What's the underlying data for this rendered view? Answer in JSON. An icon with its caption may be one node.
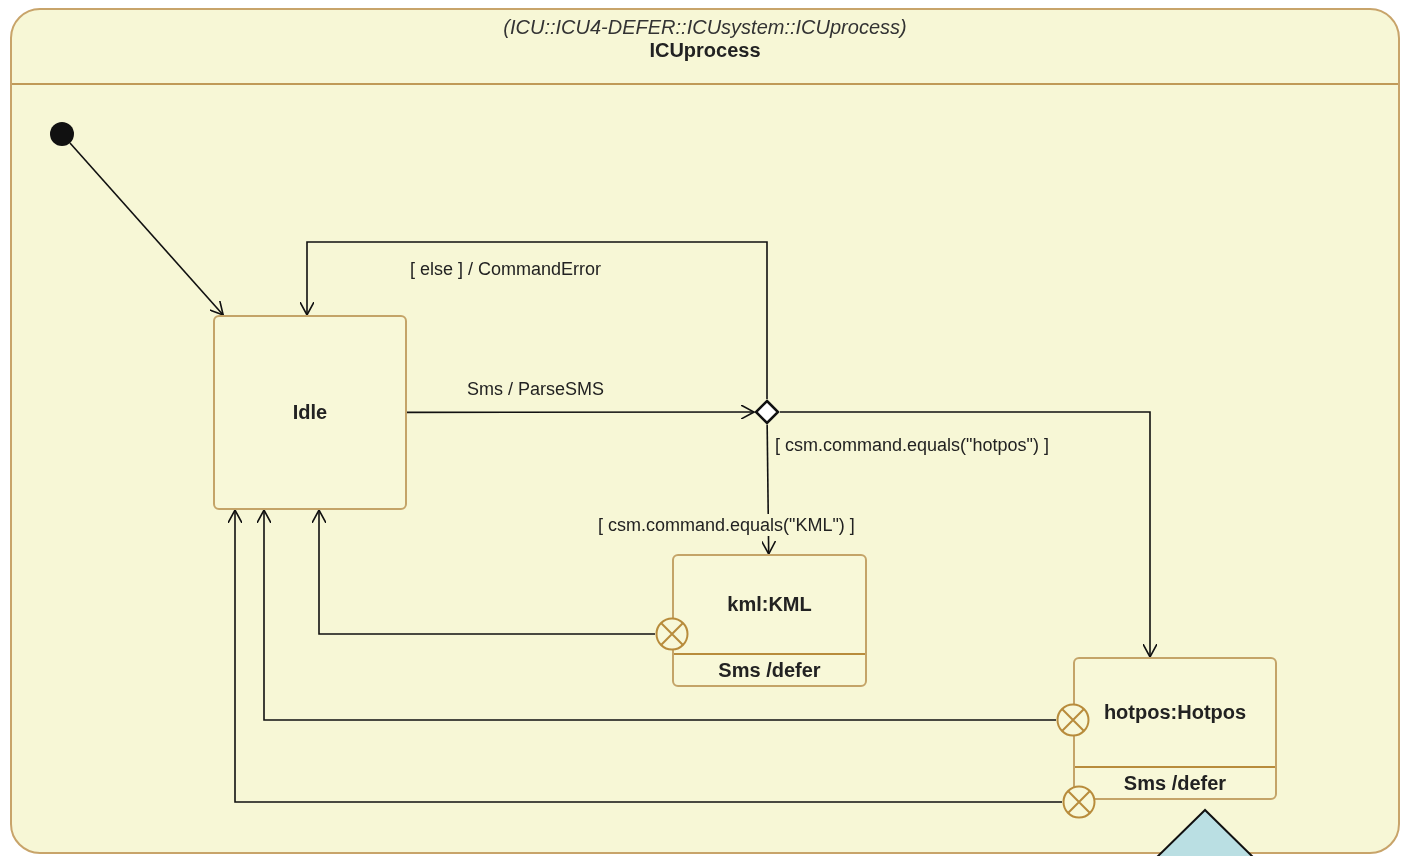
{
  "diagram": {
    "nodes": [
      {
        "text": [
          "(ICU::ICU4-DEFER::ICUsystem::ICUprocess)",
          "ICUprocess"
        ]
      },
      {
        "text": [],
        "shape": "dot",
        "in": 0
      },
      {
        "text": [
          "Idle"
        ],
        "in": 0
      },
      {
        "text": [],
        "shape": "diamond",
        "in": 0
      },
      {
        "text": [
          "kml:KML",
          "Sms /defer"
        ],
        "in": 0
      },
      {
        "text": [
          "hotpos:Hotpos",
          "Sms /defer"
        ],
        "in": 0
      },
      {
        "text": [],
        "shape": "circle",
        "in": 0
      },
      {
        "text": [],
        "shape": "circle",
        "in": 0
      },
      {
        "text": [],
        "shape": "circle",
        "in": 0
      },
      {
        "text": [],
        "shape": "triangle"
      }
    ],
    "edges": [
      {
        "from": 1,
        "to": 2,
        "arrow": "to"
      },
      {
        "from": 2,
        "to": 3,
        "arrow": "to",
        "label": "Sms / ParseSMS"
      },
      {
        "from": 3,
        "to": 2,
        "arrow": "to",
        "label": "[ else ] / CommandError"
      },
      {
        "from": 3,
        "to": 4,
        "arrow": "to",
        "label": "[ csm.command.equals(\"KML\") ]"
      },
      {
        "from": 3,
        "to": 5,
        "arrow": "to",
        "label": "[ csm.command.equals(\"hotpos\") ]"
      },
      {
        "from": 6,
        "to": 2,
        "arrow": "to"
      },
      {
        "from": 7,
        "to": 2,
        "arrow": "to"
      },
      {
        "from": 8,
        "to": 2,
        "arrow": "to"
      }
    ]
  }
}
